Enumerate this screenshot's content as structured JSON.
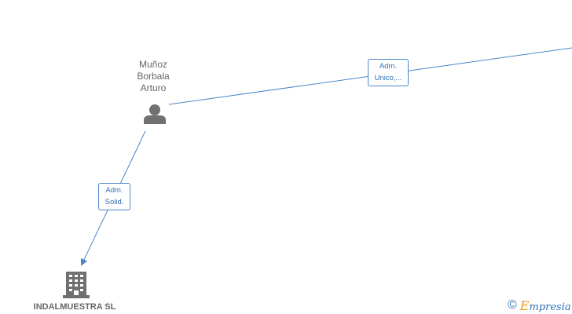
{
  "person": {
    "name_lines": [
      "Muñoz",
      "Borbala",
      "Arturo"
    ]
  },
  "company": {
    "name": "INDALMUESTRA SL"
  },
  "relations": [
    {
      "lines": [
        "Adm.",
        "Unico,..."
      ]
    },
    {
      "lines": [
        "Adm.",
        "Solid."
      ]
    }
  ],
  "footer": {
    "copyright_symbol": "©",
    "brand_initial": "E",
    "brand_rest": "mpresia"
  },
  "colors": {
    "edge": "#4a86c8",
    "node": "#707070",
    "label_text": "#666666",
    "brand_accent": "#e69a1e"
  },
  "icons": {
    "person": "person-icon",
    "company": "building-icon"
  }
}
